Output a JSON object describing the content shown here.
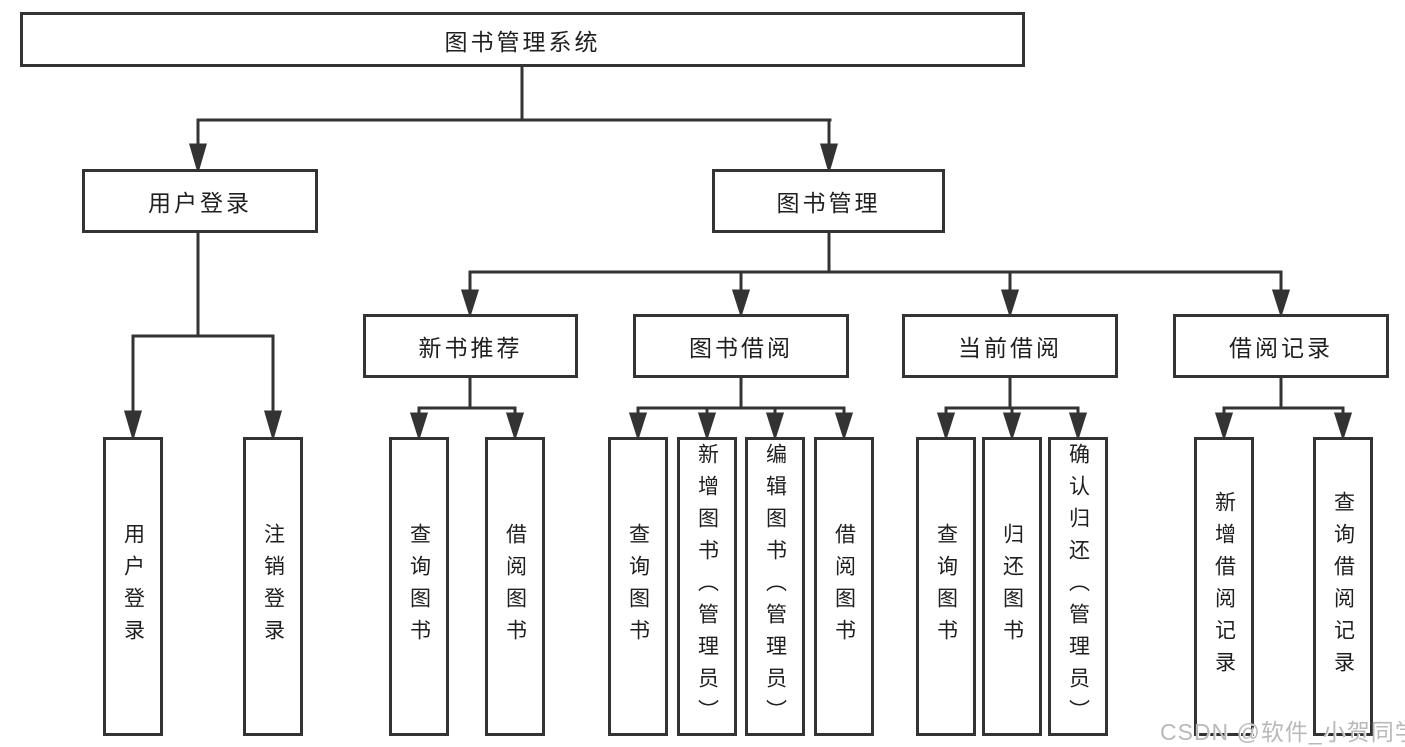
{
  "nodes": {
    "root": "图书管理系统",
    "user_login": "用户登录",
    "book_management": "图书管理",
    "new_book_recommend": "新书推荐",
    "book_borrowing": "图书借阅",
    "current_borrowing": "当前借阅",
    "borrowing_records": "借阅记录",
    "leaf_user_login": "用户登录",
    "leaf_logout": "注销登录",
    "nbr_query": "查询图书",
    "nbr_borrow": "借阅图书",
    "bb_query": "查询图书",
    "bb_add": "新增图书（管理员）",
    "bb_edit": "编辑图书（管理员）",
    "bb_borrow": "借阅图书",
    "cb_query": "查询图书",
    "cb_return": "归还图书",
    "cb_confirm": "确认归还（管理员）",
    "br_add": "新增借阅记录",
    "br_query": "查询借阅记录"
  },
  "watermark": "CSDN @软件_小贺同学",
  "colors": {
    "line": "#333333",
    "text": "#1f1f1f",
    "watermark": "#b9b9b9",
    "background": "#ffffff"
  }
}
